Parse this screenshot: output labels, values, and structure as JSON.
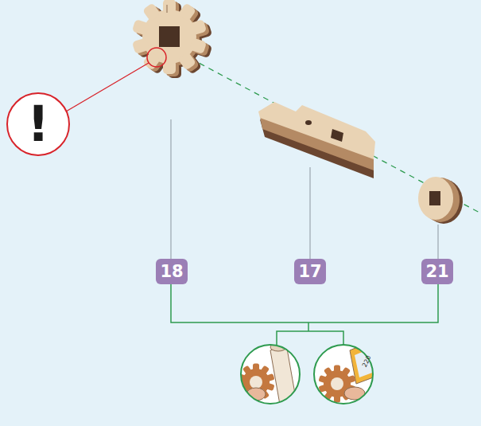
{
  "diagram": {
    "nodes": [
      {
        "text": [
          "18"
        ]
      },
      {
        "text": [
          "17"
        ]
      },
      {
        "text": [
          "21"
        ]
      }
    ],
    "labels": [
      "!",
      "220"
    ]
  }
}
